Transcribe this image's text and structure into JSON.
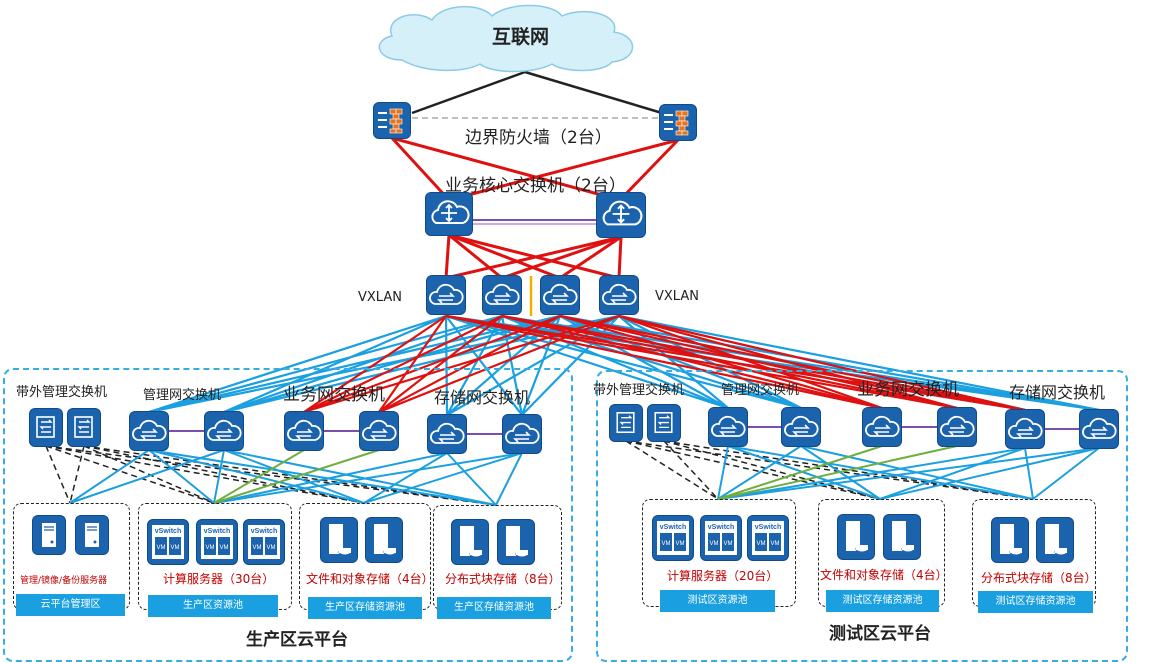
{
  "internet": "互联网",
  "firewall": {
    "label": "边界防火墙（2台）"
  },
  "core": {
    "label": "业务核心交换机（2台）"
  },
  "vxlan": {
    "left": "VXLAN",
    "right": "VXLAN"
  },
  "production": {
    "title": "生产区云平台",
    "switch_labels": {
      "oob": "带外管理交换机",
      "mgmt": "管理网交换机",
      "biz": "业务网交换机",
      "storage": "存储网交换机"
    },
    "groups": {
      "mgmt_text": "管理/镜像/备份服务器",
      "mgmt_tag": "云平台管理区",
      "compute_text": "计算服务器（30台）",
      "compute_tag": "生产区资源池",
      "file_text": "文件和对象存储（4台）",
      "file_tag": "生产区存储资源池",
      "dist_text": "分布式块存储（8台）",
      "dist_tag": "生产区存储资源池"
    }
  },
  "test": {
    "title": "测试区云平台",
    "switch_labels": {
      "oob": "带外管理交换机",
      "mgmt": "管理网交换机",
      "biz": "业务网交换机",
      "storage": "存储网交换机"
    },
    "groups": {
      "compute_text": "计算服务器（20台）",
      "compute_tag": "测试区资源池",
      "file_text": "文件和对象存储（4台）",
      "file_tag": "测试区存储资源池",
      "dist_text": "分布式块存储（8台）",
      "dist_tag": "测试区存储资源池"
    }
  },
  "vm_labels": {
    "vswitch": "vSwitch",
    "vm": "VM"
  },
  "colors": {
    "device": "#1c63ad",
    "uplink": "#e01010",
    "access": "#1aa0e0",
    "oob_link": "#222222",
    "storage_link": "#6fae3f",
    "tag": "#1aa0e0",
    "text_red": "#c00000"
  }
}
